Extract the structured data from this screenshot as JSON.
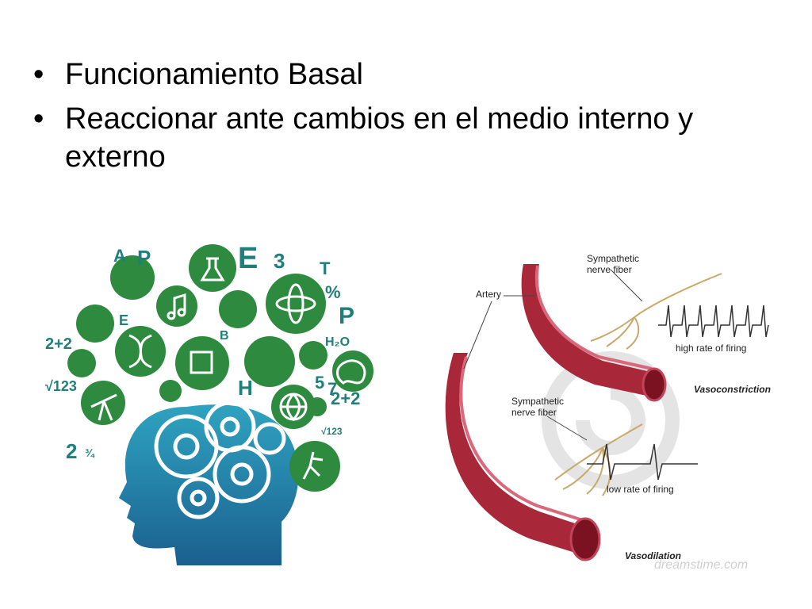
{
  "slide": {
    "bullet_symbol": "•",
    "bullets": [
      "Funcionamiento Basal",
      "Reaccionar ante cambios en el medio interno y externo"
    ]
  },
  "brain_figure": {
    "glyphs": [
      "A",
      "P",
      "E",
      "3",
      "T",
      "%",
      "P",
      "H₂O",
      "2+2",
      "√123",
      "2",
      "¾",
      "H",
      "5",
      "7",
      "2+2",
      "√123",
      "B",
      "E"
    ]
  },
  "vascular_figure": {
    "artery_label": "Artery",
    "nerve_label_top": "Sympathetic\nnerve fiber",
    "nerve_label_bottom": "Sympathetic\nnerve fiber",
    "high_rate": "high rate of firing",
    "low_rate": "low rate of firing",
    "vasoconstriction": "Vasoconstriction",
    "vasodilation": "Vasodilation",
    "watermark": "dreamstime.com",
    "colors": {
      "vessel": "#a8283a",
      "vessel_light": "#d9687a",
      "nerve": "#c9a86a",
      "head": "#1f7fa8",
      "bubble": "#2d8a3e"
    }
  }
}
